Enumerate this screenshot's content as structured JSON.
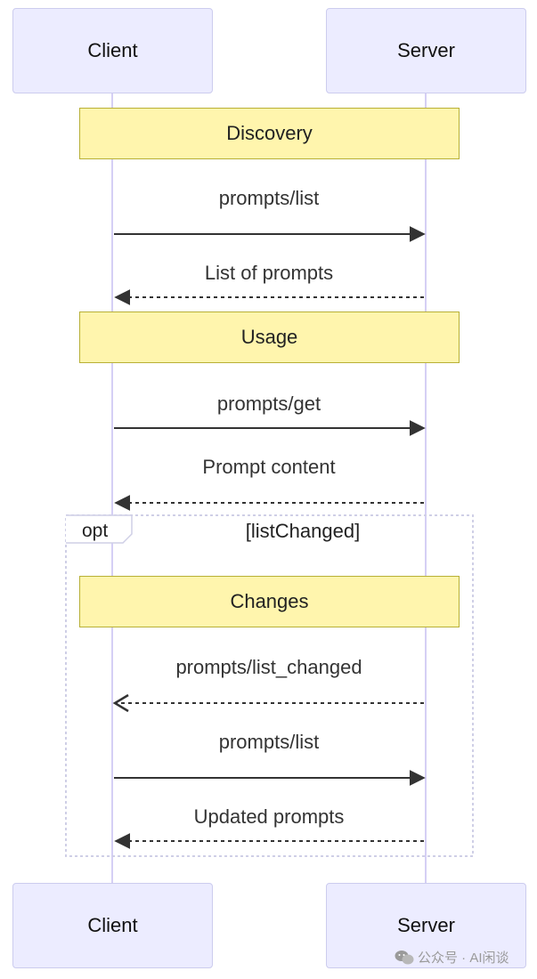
{
  "actors": {
    "client": "Client",
    "server": "Server"
  },
  "notes": {
    "discovery": "Discovery",
    "usage": "Usage",
    "changes": "Changes"
  },
  "messages": {
    "m1": "prompts/list",
    "m2": "List of prompts",
    "m3": "prompts/get",
    "m4": "Prompt content",
    "m5": "prompts/list_changed",
    "m6": "prompts/list",
    "m7": "Updated prompts"
  },
  "opt_block": {
    "label": "opt",
    "condition": "[listChanged]"
  },
  "watermark": "公众号 · AI闲谈",
  "colors": {
    "actor_fill": "#ECECFF",
    "actor_border": "#CCCCEE",
    "lifeline": "#D5CFF5",
    "note_fill": "#FFF5AD",
    "note_border": "#B8B036",
    "arrow": "#333333",
    "opt_border": "#CFCFE6"
  }
}
